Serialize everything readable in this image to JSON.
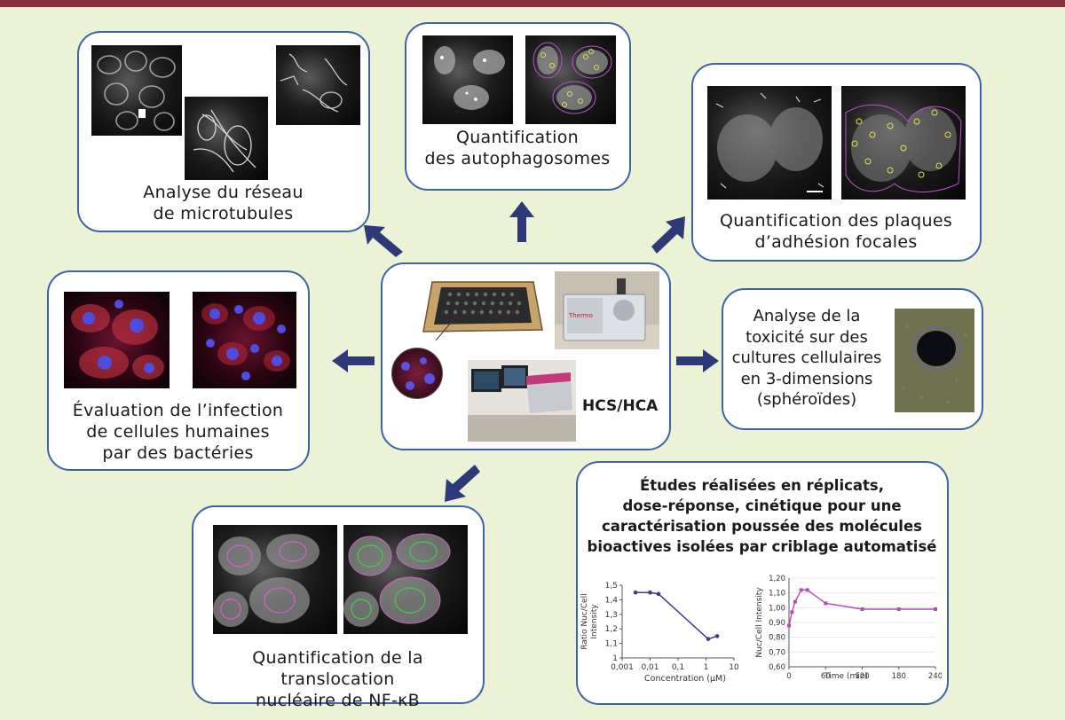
{
  "center": {
    "label": "HCS/HCA",
    "device_brand": "Thermo"
  },
  "panels": {
    "microtubules": {
      "caption_line1": "Analyse du réseau",
      "caption_line2": "de microtubules"
    },
    "autophagosomes": {
      "caption_line1": "Quantification",
      "caption_line2": "des autophagosomes"
    },
    "adhesion": {
      "caption_line1": "Quantification des plaques",
      "caption_line2": "d’adhésion focales"
    },
    "infection": {
      "caption_line1": "Évaluation de l’infection",
      "caption_line2": "de cellules humaines",
      "caption_line3": "par des bactéries"
    },
    "toxicity": {
      "line1": "Analyse de la",
      "line2": "toxicité sur des",
      "line3": "cultures cellulaires",
      "line4": "en 3-dimensions",
      "line5": "(sphéroïdes)"
    },
    "translocation": {
      "caption_line1": "Quantification de la translocation",
      "caption_line2": "nucléaire de NF-κB"
    },
    "studies": {
      "title_line1": "Études réalisées en réplicats,",
      "title_line2": "dose-réponse, cinétique pour une",
      "title_line3": "caractérisation poussée des molécules",
      "title_line4": "bioactives isolées par criblage automatisé"
    }
  },
  "chart_data": [
    {
      "type": "line",
      "ylabel_line1": "Ratio Nuc/Cell",
      "ylabel_line2": "Intensity",
      "xlabel": "Concentration (µM)",
      "x_scale": "log",
      "x_ticks": [
        "0,001",
        "0,01",
        "0,1",
        "1",
        "10"
      ],
      "y_ticks": [
        "1",
        "1,1",
        "1,2",
        "1,3",
        "1,4",
        "1,5"
      ],
      "ylim": [
        1,
        1.5
      ],
      "color": "#3b3a8c",
      "x": [
        0.003,
        0.01,
        0.02,
        1.2,
        2.5
      ],
      "y": [
        1.45,
        1.45,
        1.44,
        1.13,
        1.15
      ]
    },
    {
      "type": "line",
      "ylabel": "Nuc/Cell Intensity",
      "xlabel": "Time (min)",
      "x_ticks": [
        "0",
        "60",
        "120",
        "180",
        "240"
      ],
      "y_ticks": [
        "0,60",
        "0,70",
        "0,80",
        "0,90",
        "1,00",
        "1,10",
        "1,20"
      ],
      "xlim": [
        0,
        240
      ],
      "ylim": [
        0.6,
        1.2
      ],
      "color": "#b64bb8",
      "x": [
        0,
        5,
        10,
        20,
        30,
        60,
        120,
        180,
        240
      ],
      "y": [
        0.88,
        0.97,
        1.04,
        1.12,
        1.12,
        1.03,
        0.99,
        0.99,
        0.99
      ]
    }
  ],
  "colors": {
    "border": "#3f63a8",
    "arrow": "#2e3a78",
    "background": "#ecf2d6",
    "topbar": "#8b2e3c"
  }
}
